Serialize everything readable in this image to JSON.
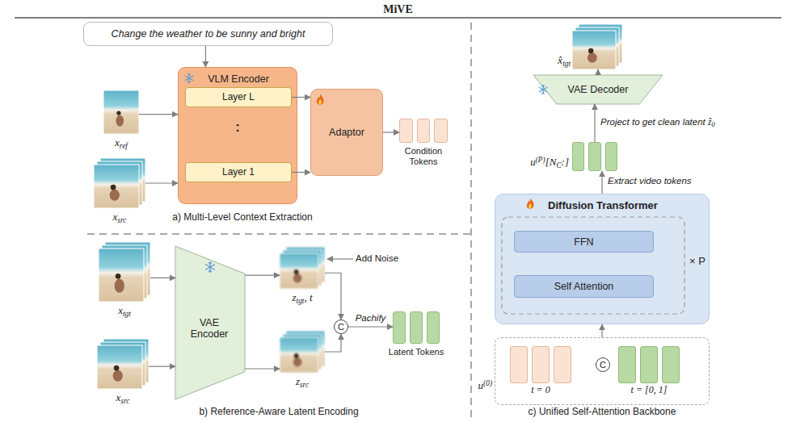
{
  "diagram": {
    "title": "MiVE",
    "nodes": [
      {
        "text": [
          "Change the weather to be sunny and bright"
        ]
      },
      {
        "text": [
          "xref"
        ]
      },
      {
        "text": [
          "xsrc"
        ]
      },
      {
        "text": [
          "VLM Encoder"
        ]
      },
      {
        "text": [
          "Layer L"
        ],
        "in": 3
      },
      {
        "text": [
          "Layer 1"
        ],
        "in": 3
      },
      {
        "text": [
          "Adaptor"
        ]
      },
      {
        "text": [
          "Condition Tokens"
        ]
      },
      {
        "text": [
          "xtgt"
        ]
      },
      {
        "text": [
          "xsrc"
        ]
      },
      {
        "text": [
          "VAE Encoder"
        ]
      },
      {
        "text": [
          "ztgt, t"
        ]
      },
      {
        "text": [
          "zsrc"
        ]
      },
      {
        "text": [
          "C"
        ]
      },
      {
        "text": [
          "Latent Tokens"
        ]
      },
      {
        "text": [
          "x̂tgt"
        ]
      },
      {
        "text": [
          "VAE Decoder"
        ]
      },
      {
        "text": [
          "u(P)[NC:]"
        ]
      },
      {
        "text": [
          "Diffusion Transformer",
          "× P"
        ]
      },
      {
        "text": [
          "FFN"
        ],
        "in": 18
      },
      {
        "text": [
          "Self Attention"
        ],
        "in": 18
      },
      {
        "text": [
          "u(0)"
        ]
      },
      {
        "text": [
          "t = 0"
        ],
        "in": 21
      },
      {
        "text": [
          "C"
        ],
        "in": 21
      },
      {
        "text": [
          "t = [0, 1]"
        ],
        "in": 21
      }
    ],
    "edges": [
      {
        "from": 0,
        "to": 3,
        "arrow": "to"
      },
      {
        "from": 1,
        "to": 3,
        "arrow": "to"
      },
      {
        "from": 2,
        "to": 3,
        "arrow": "to"
      },
      {
        "from": 4,
        "to": 6,
        "arrow": "to"
      },
      {
        "from": 5,
        "to": 6,
        "arrow": "to"
      },
      {
        "from": 6,
        "to": 7,
        "arrow": "to"
      },
      {
        "from": 8,
        "to": 10,
        "arrow": "to"
      },
      {
        "from": 9,
        "to": 10,
        "arrow": "to"
      },
      {
        "from": 10,
        "to": 11,
        "arrow": "to"
      },
      {
        "from": 10,
        "to": 12,
        "arrow": "to"
      },
      {
        "from": 11,
        "to": 13,
        "arrow": "to"
      },
      {
        "from": 12,
        "to": 13,
        "arrow": "to"
      },
      {
        "from": 13,
        "to": 14,
        "label": "Pachify",
        "arrow": "to"
      },
      {
        "from": 21,
        "to": 18,
        "arrow": "to"
      },
      {
        "from": 18,
        "to": 17,
        "label": "Extract video tokens",
        "arrow": "to"
      },
      {
        "from": 17,
        "to": 16,
        "label": "Project to get clean latent ẑ0",
        "arrow": "to"
      },
      {
        "from": 16,
        "to": 15,
        "arrow": "to"
      }
    ],
    "labels": [
      ":",
      "a) Multi-Level Context Extraction",
      "Add Noise",
      "b) Reference-Aware Latent Encoding",
      "c) Unified Self-Attention Backbone"
    ]
  }
}
